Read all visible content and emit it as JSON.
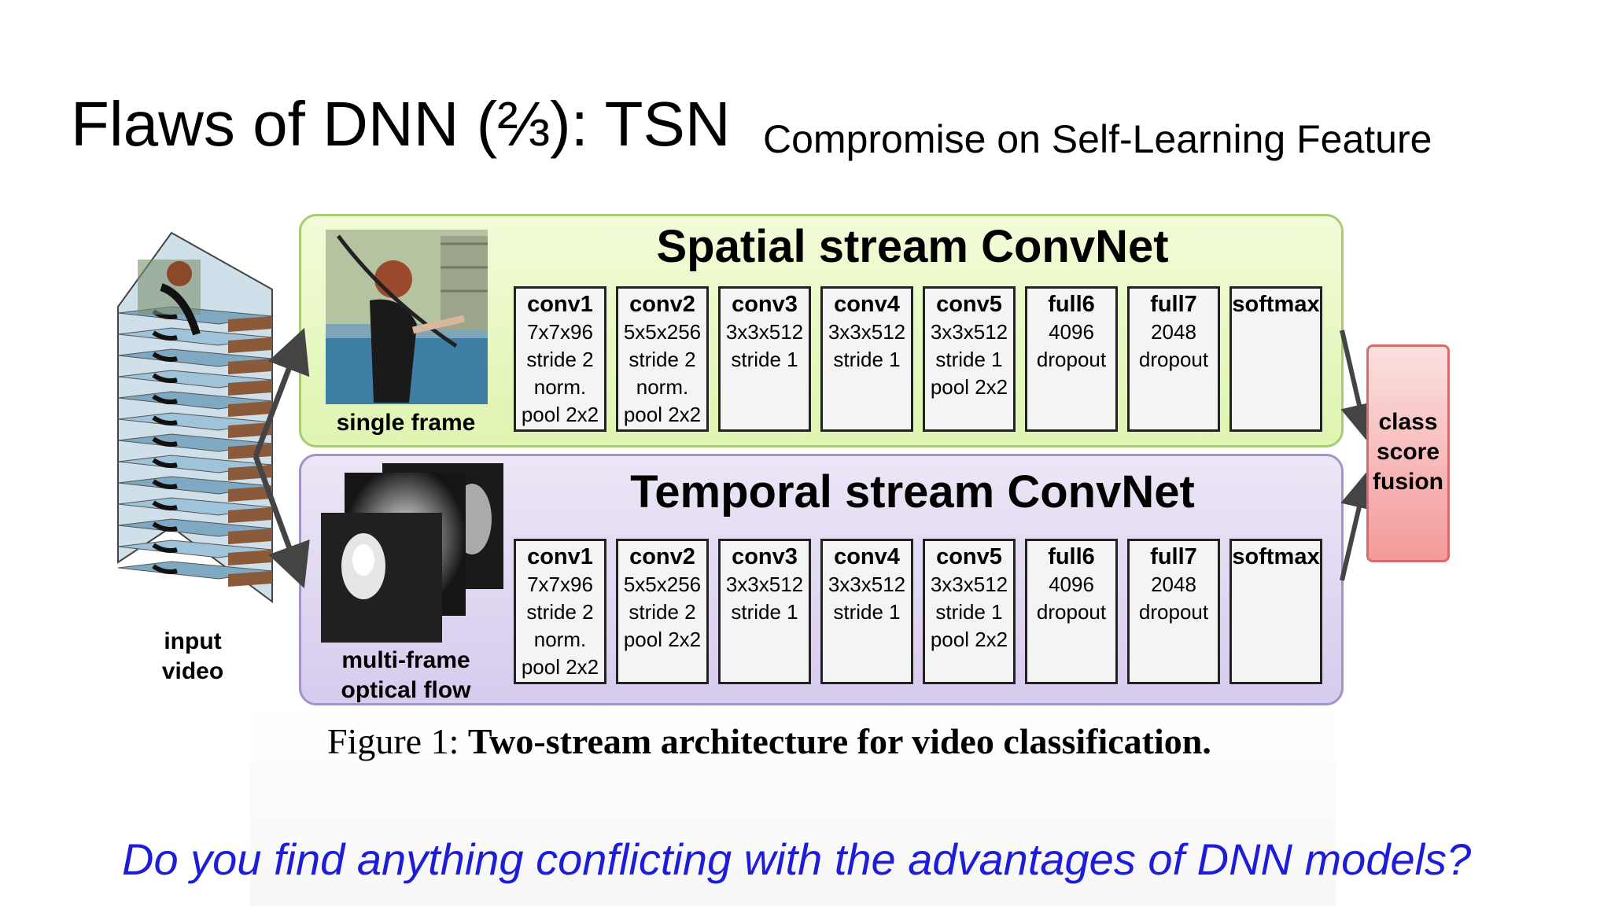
{
  "slide": {
    "title": "Flaws of DNN (⅔): TSN",
    "subtitle": "Compromise on Self-Learning Feature",
    "question": "Do you find anything conflicting with the advantages of DNN models?"
  },
  "diagram": {
    "input_label_line1": "input",
    "input_label_line2": "video",
    "spatial": {
      "title": "Spatial stream ConvNet",
      "image_caption": "single frame",
      "layers": [
        {
          "name": "conv1",
          "lines": [
            "7x7x96",
            "stride 2",
            "norm.",
            "pool 2x2"
          ]
        },
        {
          "name": "conv2",
          "lines": [
            "5x5x256",
            "stride 2",
            "norm.",
            "pool 2x2"
          ]
        },
        {
          "name": "conv3",
          "lines": [
            "3x3x512",
            "stride 1"
          ]
        },
        {
          "name": "conv4",
          "lines": [
            "3x3x512",
            "stride 1"
          ]
        },
        {
          "name": "conv5",
          "lines": [
            "3x3x512",
            "stride 1",
            "pool 2x2"
          ]
        },
        {
          "name": "full6",
          "lines": [
            "4096",
            "dropout"
          ]
        },
        {
          "name": "full7",
          "lines": [
            "2048",
            "dropout"
          ]
        },
        {
          "name": "softmax",
          "lines": []
        }
      ]
    },
    "temporal": {
      "title": "Temporal stream ConvNet",
      "image_caption_line1": "multi-frame",
      "image_caption_line2": "optical flow",
      "layers": [
        {
          "name": "conv1",
          "lines": [
            "7x7x96",
            "stride 2",
            "norm.",
            "pool 2x2"
          ]
        },
        {
          "name": "conv2",
          "lines": [
            "5x5x256",
            "stride 2",
            "pool 2x2"
          ]
        },
        {
          "name": "conv3",
          "lines": [
            "3x3x512",
            "stride 1"
          ]
        },
        {
          "name": "conv4",
          "lines": [
            "3x3x512",
            "stride 1"
          ]
        },
        {
          "name": "conv5",
          "lines": [
            "3x3x512",
            "stride 1",
            "pool 2x2"
          ]
        },
        {
          "name": "full6",
          "lines": [
            "4096",
            "dropout"
          ]
        },
        {
          "name": "full7",
          "lines": [
            "2048",
            "dropout"
          ]
        },
        {
          "name": "softmax",
          "lines": []
        }
      ]
    },
    "fusion": {
      "line1": "class",
      "line2": "score",
      "line3": "fusion"
    },
    "figure_caption_prefix": "Figure 1: ",
    "figure_caption_bold": "Two-stream architecture for video classification."
  }
}
